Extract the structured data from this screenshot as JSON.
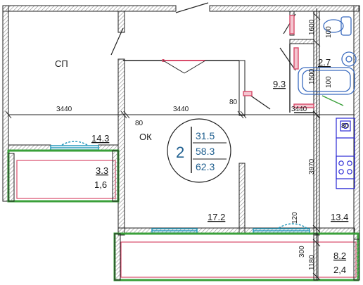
{
  "colors": {
    "wall": "#222222",
    "hatch": "#9a9a9a",
    "window": "#2a9bbd",
    "balcony_outline": "#d84b6a",
    "balcony_green": "#3aa03a",
    "kitchen_blue": "#2c2ad6",
    "apartment_badge": "#1f5f8f"
  },
  "dimensions": {
    "top_left": "3440",
    "top_mid": "3440",
    "top_right": "3440",
    "vert_main": "3970",
    "vert_bath_1600": "1600",
    "vert_bath_1500": "1500",
    "vert_bottom_1180": "1180",
    "dim_80_a": "80",
    "dim_80_b": "80",
    "dim_80_c": "80",
    "dim_100_a": "100",
    "dim_100_b": "100",
    "dim_120": "120",
    "dim_300": "300"
  },
  "rooms": {
    "sp_label": "СП",
    "ok_label": "ОК",
    "kitchen_hall_area": "14.3",
    "loggia_left_area": "3.3",
    "loggia_left_k": "1,6",
    "living_area": "17.2",
    "bedroom_area": "13.4",
    "loggia_right_area": "8.2",
    "loggia_right_k": "2,4",
    "bath_area": "9.3",
    "wc_area": "2.7"
  },
  "apartment": {
    "rooms_count": "2",
    "living_total": "31.5",
    "total_area": "58.3",
    "total_with_loggia": "62.3"
  }
}
